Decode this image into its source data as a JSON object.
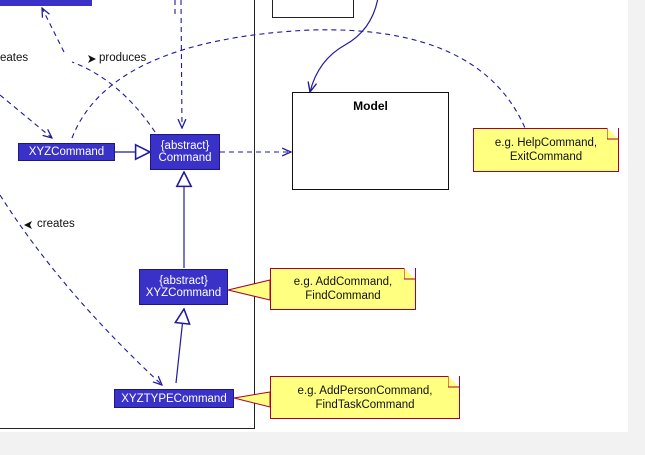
{
  "classes": {
    "xyz_command": "XYZCommand",
    "abstract_command": {
      "stereotype": "{abstract}",
      "name": "Command"
    },
    "abstract_xyz_command": {
      "stereotype": "{abstract}",
      "name": "XYZCommand"
    },
    "xyztype_command": "XYZTYPECommand"
  },
  "model": {
    "title": "Model"
  },
  "notes": {
    "help": {
      "line1": "e.g. HelpCommand,",
      "line2": "ExitCommand"
    },
    "add": {
      "line1": "e.g. AddCommand,",
      "line2": "FindCommand"
    },
    "addperson": {
      "line1": "e.g. AddPersonCommand,",
      "line2": "FindTaskCommand"
    }
  },
  "edge_labels": {
    "creates_top": "eates",
    "produces": "produces",
    "creates_mid": "creates"
  },
  "colors": {
    "class_fill": "#3a32c8",
    "edge": "#1f1a9e",
    "note_fill": "#ffff80",
    "note_border": "#a80036"
  }
}
